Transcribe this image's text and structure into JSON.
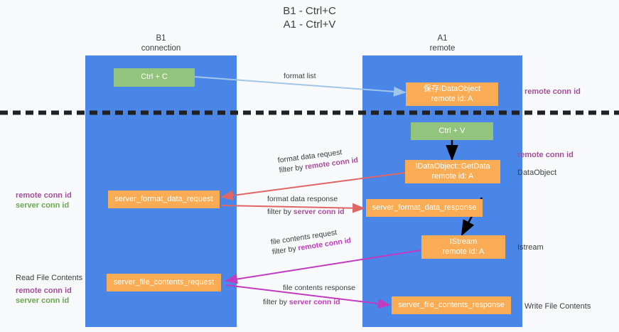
{
  "diagram": {
    "title_line1": "B1 - Ctrl+C",
    "title_line2": "A1 - Ctrl+V",
    "columns": [
      {
        "id": "b1",
        "name": "B1",
        "role": "connection"
      },
      {
        "id": "a1",
        "name": "A1",
        "role": "remote"
      }
    ],
    "colors": {
      "lane": "#4a86e8",
      "node_green": "#93c47d",
      "node_orange": "#f9ac54",
      "accent_purple": "#a64d9a",
      "accent_green": "#6aa84f",
      "accent_magenta": "#c13bc1",
      "arrow_light_blue": "#9fc5e8",
      "arrow_red": "#e06666",
      "arrow_black": "#000000",
      "background": "#f8f9fa"
    },
    "nodes": [
      {
        "id": "ctrl-c",
        "line1": "Ctrl + C",
        "line2": "",
        "color": "green"
      },
      {
        "id": "save-idataobject",
        "line1": "保存IDataObject",
        "line2": "remote id: A",
        "color": "orange"
      },
      {
        "id": "ctrl-v",
        "line1": "Ctrl + V",
        "line2": "",
        "color": "green"
      },
      {
        "id": "idataobject-getdata",
        "line1": "IDataObject::GetData",
        "line2": "remote id: A",
        "color": "orange"
      },
      {
        "id": "server-format-data-request",
        "line1": "server_format_data_request",
        "line2": "",
        "color": "orange"
      },
      {
        "id": "server-format-data-response",
        "line1": "server_format_data_response",
        "line2": "",
        "color": "orange"
      },
      {
        "id": "istream",
        "line1": "IStream",
        "line2": "remote id: A",
        "color": "orange"
      },
      {
        "id": "server-file-contents-request",
        "line1": "server_file_contents_request",
        "line2": "",
        "color": "orange"
      },
      {
        "id": "server-file-contents-response",
        "line1": "server_file_contents_response",
        "line2": "",
        "color": "orange"
      }
    ],
    "edge_labels": [
      {
        "id": "format-list",
        "line1": "format list",
        "line2": "",
        "line2_highlight": ""
      },
      {
        "id": "format-data-request",
        "line1": "format data request",
        "line2": "filter by ",
        "line2_highlight": "remote conn id"
      },
      {
        "id": "format-data-response",
        "line1": "format data response",
        "line2": "filter by ",
        "line2_highlight": "server conn id"
      },
      {
        "id": "file-contents-request",
        "line1": "file contents request",
        "line2": "filter by ",
        "line2_highlight": "remote conn id"
      },
      {
        "id": "file-contents-response",
        "line1": "file contents response",
        "line2": "filter by ",
        "line2_highlight": "server conn id"
      }
    ],
    "annotations": {
      "right_remote_conn_id_top": "remote conn id",
      "right_remote_conn_id_mid": "remote conn id",
      "right_dataobject": "DataObject",
      "right_istream": "Istream",
      "right_write_file_contents": "Write File Contents",
      "left_remote_conn_id_mid": "remote conn id",
      "left_server_conn_id_mid": "server conn id",
      "left_read_file_contents": "Read File Contents",
      "left_remote_conn_id_bottom": "remote conn id",
      "left_server_conn_id_bottom": "server conn id"
    }
  }
}
